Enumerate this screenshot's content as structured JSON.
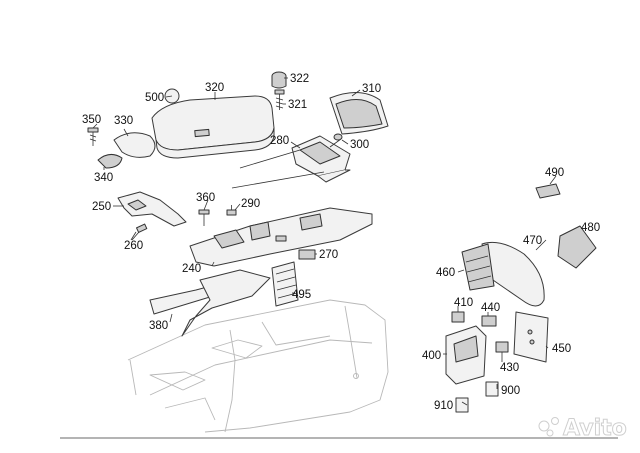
{
  "parts": [
    {
      "id": "p500",
      "label": "500"
    },
    {
      "id": "p320",
      "label": "320"
    },
    {
      "id": "p322",
      "label": "322"
    },
    {
      "id": "p321",
      "label": "321"
    },
    {
      "id": "p310",
      "label": "310"
    },
    {
      "id": "p350",
      "label": "350"
    },
    {
      "id": "p330",
      "label": "330"
    },
    {
      "id": "p280",
      "label": "280"
    },
    {
      "id": "p300",
      "label": "300"
    },
    {
      "id": "p340",
      "label": "340"
    },
    {
      "id": "p490",
      "label": "490"
    },
    {
      "id": "p360",
      "label": "360"
    },
    {
      "id": "p290",
      "label": "290"
    },
    {
      "id": "p250",
      "label": "250"
    },
    {
      "id": "p480",
      "label": "480"
    },
    {
      "id": "p470",
      "label": "470"
    },
    {
      "id": "p260",
      "label": "260"
    },
    {
      "id": "p270",
      "label": "270"
    },
    {
      "id": "p240",
      "label": "240"
    },
    {
      "id": "p460",
      "label": "460"
    },
    {
      "id": "p495",
      "label": "495"
    },
    {
      "id": "p410",
      "label": "410"
    },
    {
      "id": "p440",
      "label": "440"
    },
    {
      "id": "p380",
      "label": "380"
    },
    {
      "id": "p450",
      "label": "450"
    },
    {
      "id": "p400",
      "label": "400"
    },
    {
      "id": "p430",
      "label": "430"
    },
    {
      "id": "p900",
      "label": "900"
    },
    {
      "id": "p910",
      "label": "910"
    }
  ],
  "watermark": {
    "text": "Avito"
  }
}
